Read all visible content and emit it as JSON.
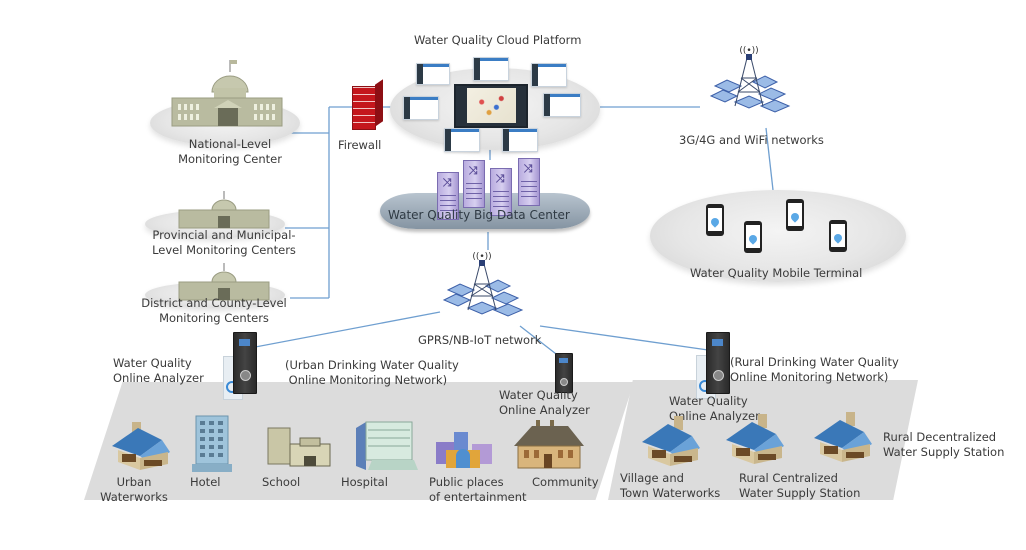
{
  "diagram": {
    "colors": {
      "connector_line": "#6f9fd0",
      "platform_gray": "#dcdcdc",
      "ellipse_gray": "#e4e4e4",
      "firewall_red": "#c4161c",
      "server_purple": "#b9acdf",
      "cloud_gray": "#98a6b3",
      "tower_blue": "#7fa6dc",
      "text": "#3a3a3a"
    },
    "nodes": {
      "cloud_platform": {
        "label": "Water Quality Cloud Platform",
        "icon": "dashboard-screens-icon"
      },
      "firewall": {
        "label": "Firewall",
        "icon": "firewall-icon"
      },
      "big_data_center": {
        "label": "Water Quality Big Data Center",
        "icon": "server-rack-icon"
      },
      "wireless_networks": {
        "label": "3G/4G and WiFi networks",
        "icon": "cell-tower-icon"
      },
      "mobile_terminal": {
        "label": "Water Quality Mobile Terminal",
        "icon": "smartphone-icon"
      },
      "national_center": {
        "label_line1": "National-Level",
        "label_line2": "Monitoring Center",
        "icon": "government-building-icon"
      },
      "provincial_center": {
        "label_line1": "Provincial and Municipal-",
        "label_line2": "Level Monitoring Centers",
        "icon": "government-building-icon"
      },
      "district_center": {
        "label_line1": "District and County-Level",
        "label_line2": "Monitoring Centers",
        "icon": "government-building-icon"
      },
      "gprs_network": {
        "label": "GPRS/NB-IoT network",
        "icon": "cell-tower-icon"
      }
    },
    "urban": {
      "network_label_line1": "(Urban Drinking Water Quality",
      "network_label_line2": " Online Monitoring Network)",
      "analyzer_main": {
        "line1": "Water Quality",
        "line2": "Online Analyzer"
      },
      "analyzer_secondary": {
        "line1": "Water Quality",
        "line2": "Online Analyzer"
      },
      "sites": [
        {
          "line1": "Urban",
          "line2": "Waterworks",
          "icon": "waterworks-house-icon"
        },
        {
          "line1": "Hotel",
          "line2": "",
          "icon": "hotel-tower-icon"
        },
        {
          "line1": "School",
          "line2": "",
          "icon": "school-building-icon"
        },
        {
          "line1": "Hospital",
          "line2": "",
          "icon": "hospital-building-icon"
        },
        {
          "line1": "Public places",
          "line2": "of entertainment",
          "icon": "entertainment-venue-icon"
        },
        {
          "line1": "Community",
          "line2": "",
          "icon": "community-house-icon"
        }
      ]
    },
    "rural": {
      "network_label_line1": "(Rural Drinking Water Quality",
      "network_label_line2": "Online Monitoring Network)",
      "analyzer": {
        "line1": "Water Quality",
        "line2": "Online Analyzer"
      },
      "sites": [
        {
          "line1": "Village and",
          "line2": "Town Waterworks",
          "icon": "waterworks-house-icon"
        },
        {
          "line1": "Rural Centralized",
          "line2": "Water Supply Station",
          "icon": "waterworks-house-icon"
        },
        {
          "line1": "Rural Decentralized",
          "line2": "Water Supply Station",
          "icon": "waterworks-house-icon"
        }
      ]
    }
  }
}
